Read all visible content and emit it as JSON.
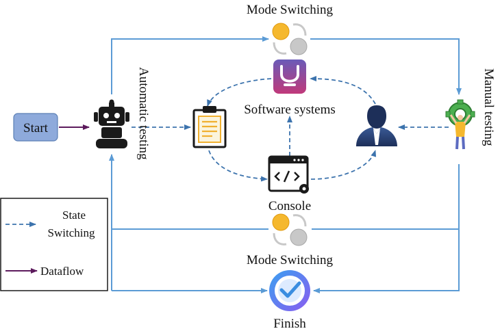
{
  "title_top": "Mode Switching",
  "title_bottom": "Mode Switching",
  "start_label": "Start",
  "finish_label": "Finish",
  "automatic_label": "Automatic testing",
  "manual_label": "Manual testing",
  "software_label": "Software systems",
  "console_label": "Console",
  "legend": {
    "state_line1": "State",
    "state_line2": "Switching",
    "dataflow": "Dataflow"
  },
  "colors": {
    "frame_line": "#5b9bd5",
    "dashed_line": "#3c73ad",
    "dataflow_arrow": "#5c1a5c",
    "start_box": "#8eaadb"
  },
  "icons": [
    "robot-icon",
    "clipboard-icon",
    "software-app-icon",
    "user-icon",
    "console-icon",
    "gear-person-icon",
    "toggle-icon",
    "finish-check-icon"
  ]
}
